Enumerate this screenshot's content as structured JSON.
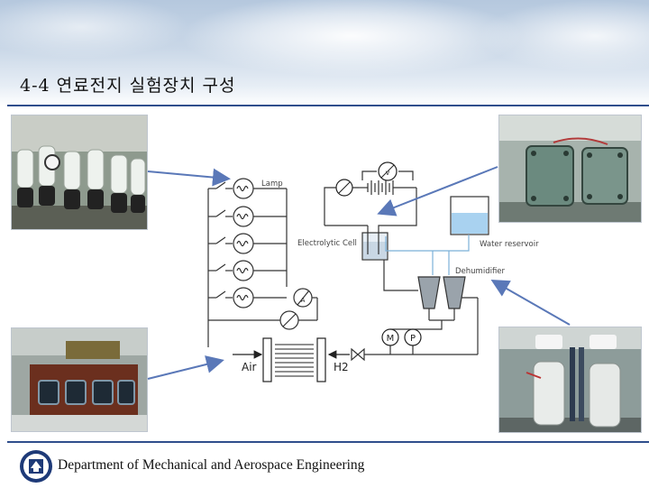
{
  "slide": {
    "title": "4-4 연료전지 실험장치 구성",
    "footer": "Department of Mechanical and Aerospace Engineering"
  },
  "diagram": {
    "labels": {
      "lamp": "Lamp",
      "electrolytic_cell": "Electrolytic Cell",
      "water_reservoir": "Water reservoir",
      "dehumidifier": "Dehumidifier",
      "air": "Air",
      "h2": "H2",
      "ammeter": "A",
      "voltmeter": "V",
      "meter_m": "M",
      "meter_p": "P"
    }
  },
  "colors": {
    "accent_rule": "#2f4e8c",
    "pointer_arrow": "#5a78b8",
    "water": "#a9d2f0"
  },
  "icons": [
    "university-seal-icon"
  ]
}
